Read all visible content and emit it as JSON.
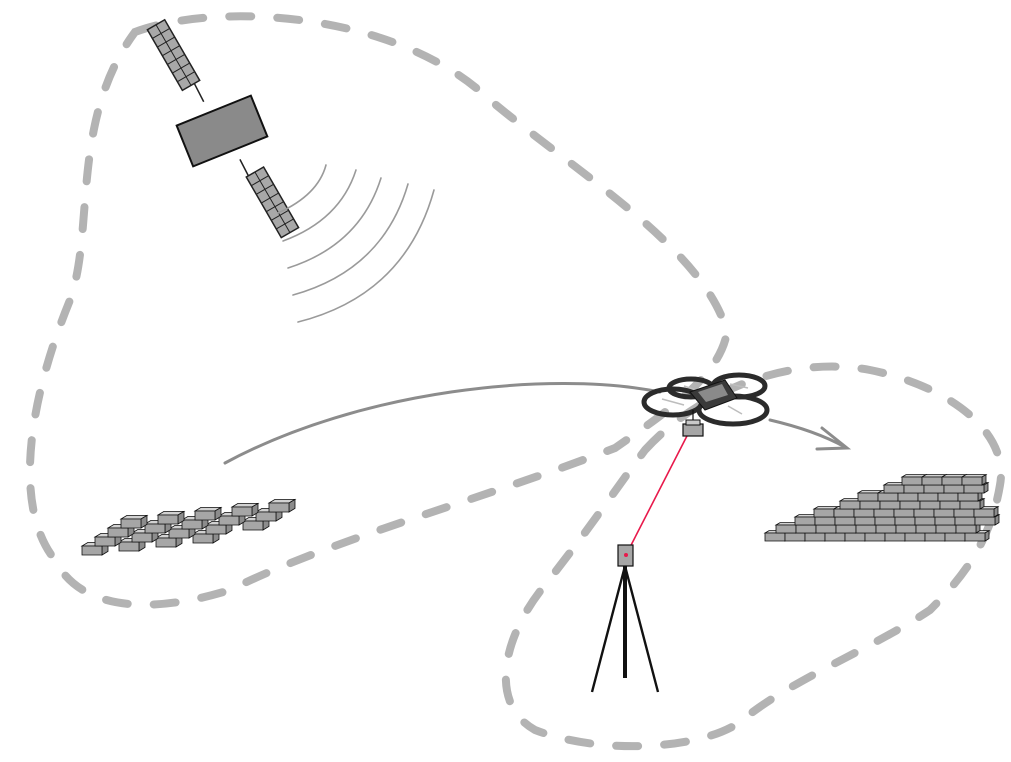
{
  "diagram": {
    "type": "scene",
    "elements": [
      "satellite-icon",
      "signal-waves-icon",
      "flight-path-arrow",
      "quadcopter-drone-icon",
      "drone-mounted-sensor-icon",
      "laser-beam",
      "tripod-total-station-icon",
      "block-pallets-icon",
      "brick-wall-icon"
    ],
    "colors": {
      "dashed_region": "#b3b3b3",
      "flight_path": "#8c8c8c",
      "laser": "#e8194b",
      "block_fill": "#a6a6a6",
      "satellite_body": "#8a8a8a",
      "drone_frame": "#2b2b2b"
    }
  }
}
